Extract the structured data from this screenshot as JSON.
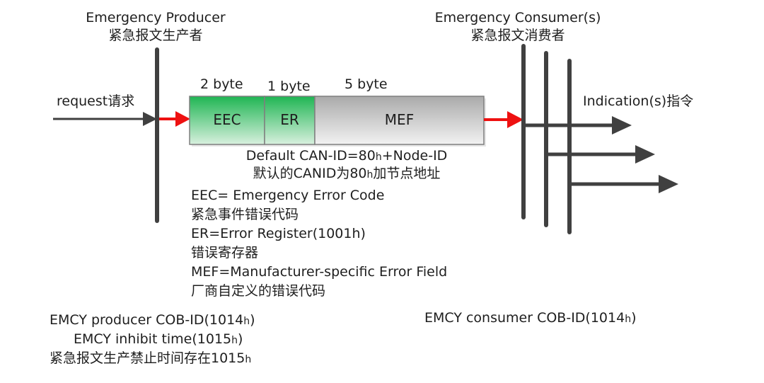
{
  "producer": {
    "title_en": "Emergency  Producer",
    "title_zh": "紧急报文生产者"
  },
  "consumer": {
    "title_en": "Emergency  Consumer(s)",
    "title_zh": "紧急报文消费者"
  },
  "request_label": "request请求",
  "indication_label": "Indication(s)指令",
  "frame": {
    "fields": [
      {
        "name": "EEC",
        "size_label": "2 byte",
        "bytes": 2
      },
      {
        "name": "ER",
        "size_label": "1 byte",
        "bytes": 1
      },
      {
        "name": "MEF",
        "size_label": "5 byte",
        "bytes": 5
      }
    ],
    "colors": {
      "green_top": "#1fb553",
      "green_bottom": "#d8f0de",
      "gray_top": "#aaaaaa",
      "gray_bottom": "#f2f2f2",
      "border": "#7f7f7f"
    }
  },
  "canid": {
    "line1_pre": "Default CAN-ID=80",
    "line1_sub": "h",
    "line1_post": "+Node-ID",
    "line2_pre": "默认的CANID为80",
    "line2_sub": "h",
    "line2_post": "加节点地址"
  },
  "definitions": [
    "EEC= Emergency Error Code",
    "紧急事件错误代码",
    "ER=Error Register(1001h)",
    "错误寄存器",
    "MEF=Manufacturer-specific Error Field",
    "厂商自定义的错误代码"
  ],
  "producer_notes": {
    "line1_pre": "EMCY producer COB-ID(1014",
    "line1_sub": "h",
    "line1_post": ")",
    "line2_pre": "EMCY inhibit time(1015",
    "line2_sub": "h",
    "line2_post": ")",
    "line3_pre": "紧急报文生产禁止时间存在1015",
    "line3_sub": "h"
  },
  "consumer_notes": {
    "line1_pre": "EMCY consumer COB-ID(1014",
    "line1_sub": "h",
    "line1_post": ")"
  },
  "colors": {
    "line": "#404040",
    "red_arrow": "#ee1111",
    "text": "#1e1e1e"
  },
  "indication_count": 3
}
